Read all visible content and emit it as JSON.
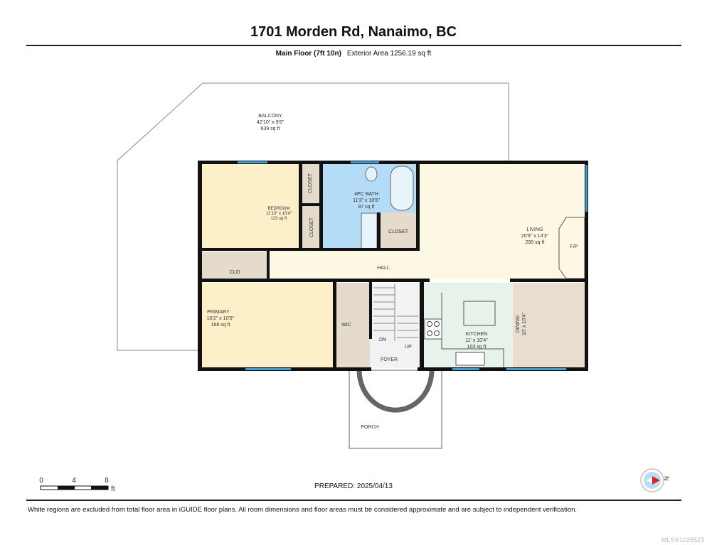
{
  "title": "1701 Morden Rd, Nanaimo, BC",
  "floor": {
    "name": "Main Floor (7ft 10n)",
    "area": "Exterior Area 1256.19 sq ft"
  },
  "rooms": {
    "balcony": {
      "name": "BALCONY",
      "dims": "42'10\" x 9'6\"",
      "area": "639 sq ft"
    },
    "bedroom": {
      "name": "BEDROOM",
      "dims": "11'10\" x 10'4\"",
      "area": "123 sq ft"
    },
    "bath": {
      "name": "4PC BATH",
      "dims": "11'3\" x 10'6\"",
      "area": "97 sq ft"
    },
    "living": {
      "name": "LIVING",
      "dims": "20'6\" x 14'3\"",
      "area": "290 sq ft"
    },
    "kitchen": {
      "name": "KITCHEN",
      "dims": "11' x 10'4\"",
      "area": "103 sq ft"
    },
    "dining": {
      "name": "DINING",
      "dims": "10' x 10'4\""
    },
    "primary": {
      "name": "PRIMARY",
      "dims": "16'2\" x 10'5\"",
      "area": "168 sq ft"
    },
    "closet1": "CLOSET",
    "closet2": "CLOSET",
    "closet3": "CLOSET",
    "clo": "CLO",
    "wic": "WIC",
    "hall": "HALL",
    "fp": "F/P",
    "dn": "DN",
    "up": "UP",
    "foyer": "FOYER",
    "porch": "PORCH"
  },
  "scale": {
    "ticks": [
      "0",
      "4",
      "8"
    ],
    "unit": "ft"
  },
  "compass": {
    "label": "N"
  },
  "prepared": "PREPARED: 2025/04/13",
  "disclaimer": "White regions are excluded from total floor area in iGUIDE floor plans. All room dimensions and floor areas must be considered approximate and are subject to independent verification.",
  "mls": "MLS®1026523",
  "colors": {
    "bedroom": "#fdf0c8",
    "bath": "#b5dcf6",
    "living": "#fdf8e4",
    "kitchen": "#e6f2ea",
    "dining": "#e9ddd0",
    "closet": "#e4dbcd",
    "window": "#3b9bd3",
    "wall": "#111111"
  }
}
